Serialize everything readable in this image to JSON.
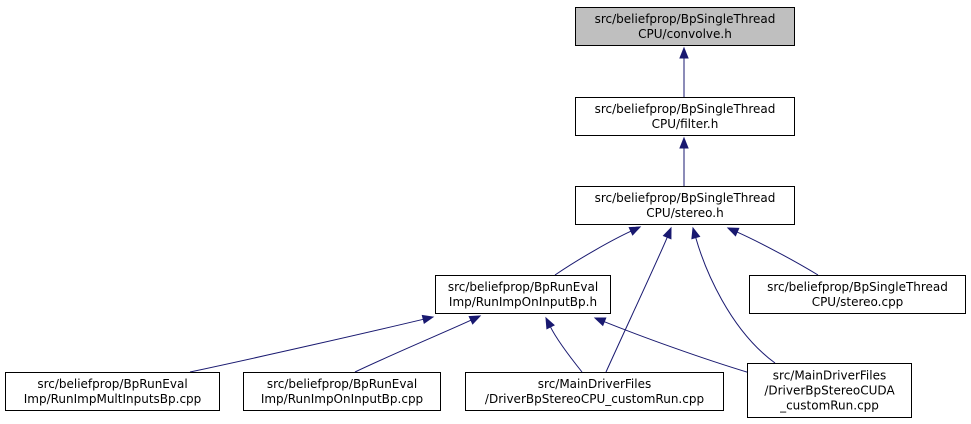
{
  "graph": {
    "nodes": [
      {
        "id": "convolve",
        "lines": [
          "src/beliefprop/BpSingleThread",
          "CPU/convolve.h"
        ],
        "highlighted": true
      },
      {
        "id": "filter",
        "lines": [
          "src/beliefprop/BpSingleThread",
          "CPU/filter.h"
        ]
      },
      {
        "id": "stereo_h",
        "lines": [
          "src/beliefprop/BpSingleThread",
          "CPU/stereo.h"
        ]
      },
      {
        "id": "runimp_h",
        "lines": [
          "src/beliefprop/BpRunEval",
          "Imp/RunImpOnInputBp.h"
        ]
      },
      {
        "id": "stereo_cpp",
        "lines": [
          "src/beliefprop/BpSingleThread",
          "CPU/stereo.cpp"
        ]
      },
      {
        "id": "multinputs_cpp",
        "lines": [
          "src/beliefprop/BpRunEval",
          "Imp/RunImpMultInputsBp.cpp"
        ]
      },
      {
        "id": "runimp_cpp",
        "lines": [
          "src/beliefprop/BpRunEval",
          "Imp/RunImpOnInputBp.cpp"
        ]
      },
      {
        "id": "driver_cpu",
        "lines": [
          "src/MainDriverFiles",
          "/DriverBpStereoCPU_customRun.cpp"
        ]
      },
      {
        "id": "driver_cuda",
        "lines": [
          "src/MainDriverFiles",
          "/DriverBpStereoCUDA",
          "_customRun.cpp"
        ]
      }
    ],
    "edges": [
      {
        "from": "filter",
        "to": "convolve"
      },
      {
        "from": "stereo_h",
        "to": "filter"
      },
      {
        "from": "runimp_h",
        "to": "stereo_h"
      },
      {
        "from": "driver_cpu",
        "to": "stereo_h"
      },
      {
        "from": "driver_cuda",
        "to": "stereo_h"
      },
      {
        "from": "stereo_cpp",
        "to": "stereo_h"
      },
      {
        "from": "multinputs_cpp",
        "to": "runimp_h"
      },
      {
        "from": "runimp_cpp",
        "to": "runimp_h"
      },
      {
        "from": "driver_cpu",
        "to": "runimp_h"
      },
      {
        "from": "driver_cuda",
        "to": "runimp_h"
      }
    ],
    "colors": {
      "edge": "#191970",
      "highlighted_fill": "#bfbfbf",
      "node_fill": "#ffffff",
      "node_border": "#000000"
    }
  }
}
